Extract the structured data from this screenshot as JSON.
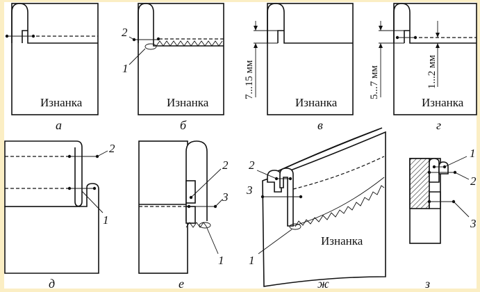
{
  "panels": {
    "a": {
      "caption": "а",
      "side_label": "Изнанка"
    },
    "b": {
      "caption": "б",
      "side_label": "Изнанка",
      "callouts": [
        "1",
        "2"
      ]
    },
    "v": {
      "caption": "в",
      "side_label": "Изнанка",
      "dimension": "7...15 мм"
    },
    "g": {
      "caption": "г",
      "side_label": "Изнанка",
      "dimensions": [
        "5...7 мм",
        "1...2 мм"
      ]
    },
    "d": {
      "caption": "д",
      "callouts": [
        "1",
        "2"
      ]
    },
    "e": {
      "caption": "е",
      "callouts": [
        "1",
        "2",
        "3"
      ]
    },
    "zh": {
      "caption": "ж",
      "side_label": "Изнанка",
      "callouts": [
        "1",
        "2",
        "3"
      ]
    },
    "z": {
      "caption": "з",
      "callouts": [
        "1",
        "2",
        "3"
      ]
    }
  }
}
